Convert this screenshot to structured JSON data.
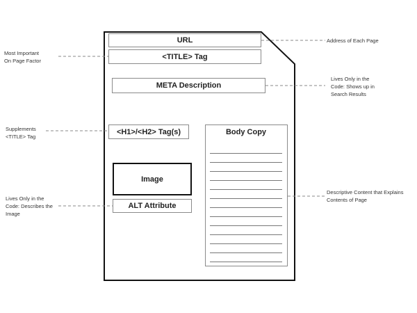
{
  "elements": {
    "url": "URL",
    "title_tag": "<TITLE> Tag",
    "meta_description": "META Description",
    "h_tags": "<H1>/<H2> Tag(s)",
    "image": "Image",
    "alt_attribute": "ALT Attribute",
    "body_copy": "Body Copy"
  },
  "annotations": {
    "address": "Address of Each Page",
    "most_important": [
      "Most Important",
      "On Page Factor"
    ],
    "meta_note": [
      "Lives Only in the",
      "Code: Shows up in",
      "Search Results"
    ],
    "supplements": [
      "Supplements",
      "<TITLE> Tag"
    ],
    "alt_note": [
      "Lives Only in the",
      "Code: Describes the",
      "Image"
    ],
    "descriptive": [
      "Descriptive Content that Explains",
      "Contents of Page"
    ]
  },
  "colors": {
    "outline": "#111111",
    "box_border": "#8a8a8a",
    "leader": "#888888"
  }
}
